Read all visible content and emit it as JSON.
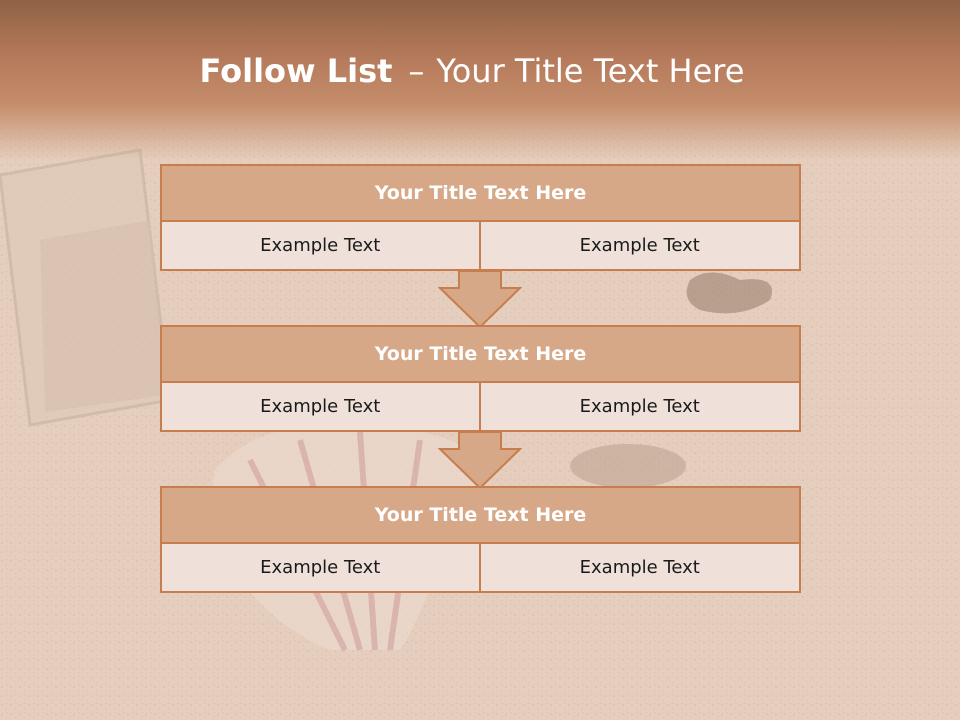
{
  "slide": {
    "title_bold": "Follow List",
    "title_dash": "–",
    "title_rest": "Your Title Text Here"
  },
  "blocks": [
    {
      "title": "Your Title Text Here",
      "left": "Example Text",
      "right": "Example Text"
    },
    {
      "title": "Your Title Text Here",
      "left": "Example Text",
      "right": "Example Text"
    },
    {
      "title": "Your Title Text Here",
      "left": "Example Text",
      "right": "Example Text"
    }
  ],
  "colors": {
    "title_fill": "#d6a888",
    "cell_fill": "#efe1d9",
    "border": "#c77e4e",
    "arrow_fill": "#d6a888"
  }
}
